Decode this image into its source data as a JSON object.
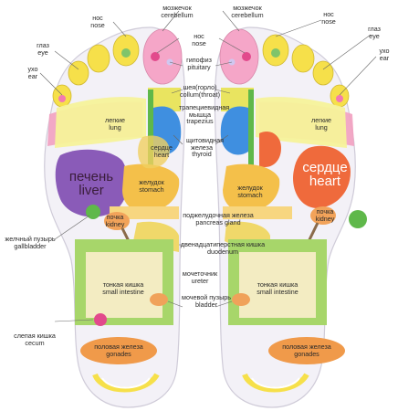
{
  "labels": {
    "cerebellum": {
      "ru": "мозжечок",
      "en": "cerebellum"
    },
    "nose": {
      "ru": "нос",
      "en": "nose"
    },
    "eye": {
      "ru": "глаз",
      "en": "eye"
    },
    "ear": {
      "ru": "ухо",
      "en": "ear"
    },
    "pituitary": {
      "ru": "гипофиз",
      "en": "pituitary"
    },
    "neck": {
      "ru": "шея(горло)",
      "en": "collum(throat)"
    },
    "trapezius": {
      "ru": "трапециевидная мышца",
      "en": "trapezius"
    },
    "lung": {
      "ru": "легкие",
      "en": "lung"
    },
    "heart": {
      "ru": "сердце",
      "en": "heart"
    },
    "thyroid": {
      "ru": "щитовидная железа",
      "en": "thyroid"
    },
    "liver": {
      "ru": "печень",
      "en": "liver"
    },
    "stomach": {
      "ru": "желудок",
      "en": "stomach"
    },
    "pancreas": {
      "ru": "поджелудочная железа",
      "en": "pancreas gland"
    },
    "gallbladder": {
      "ru": "желчный пузырь",
      "en": "gallbladder"
    },
    "kidney": {
      "ru": "почка",
      "en": "kidney"
    },
    "duodenum": {
      "ru": "двенадцатиперстная кишка",
      "en": "duodenum"
    },
    "ureter": {
      "ru": "мочеточник",
      "en": "ureter"
    },
    "small_intestine": {
      "ru": "тонкая кишка",
      "en": "small intestine"
    },
    "bladder": {
      "ru": "мочевой пузырь",
      "en": "bladder"
    },
    "cecum": {
      "ru": "слепая кишка",
      "en": "cecum"
    },
    "gonades": {
      "ru": "половая железа",
      "en": "gonades"
    }
  },
  "colors": {
    "foot_bg": "#f3f1f7",
    "toe_big": "#f5a6c8",
    "toe_small": "#f6e04a",
    "eye_green": "#7fc46a",
    "ear_pink": "#f27ab0",
    "lung": "#f6f29a",
    "heart": "#ef6a3c",
    "liver": "#8a5bb8",
    "stomach": "#f4c04a",
    "thyroid": "#3f8fe0",
    "trapezius": "#e9e460",
    "intestine_frame": "#a7d66a",
    "small_intestine": "#f3ecc2",
    "bladder": "#f0a25a",
    "gonades": "#f09a4a",
    "kidney": "#f2a35a",
    "ureter": "#8a6a4a",
    "gallbladder": "#5fb84a",
    "pink_band": "#f2a0c0"
  }
}
